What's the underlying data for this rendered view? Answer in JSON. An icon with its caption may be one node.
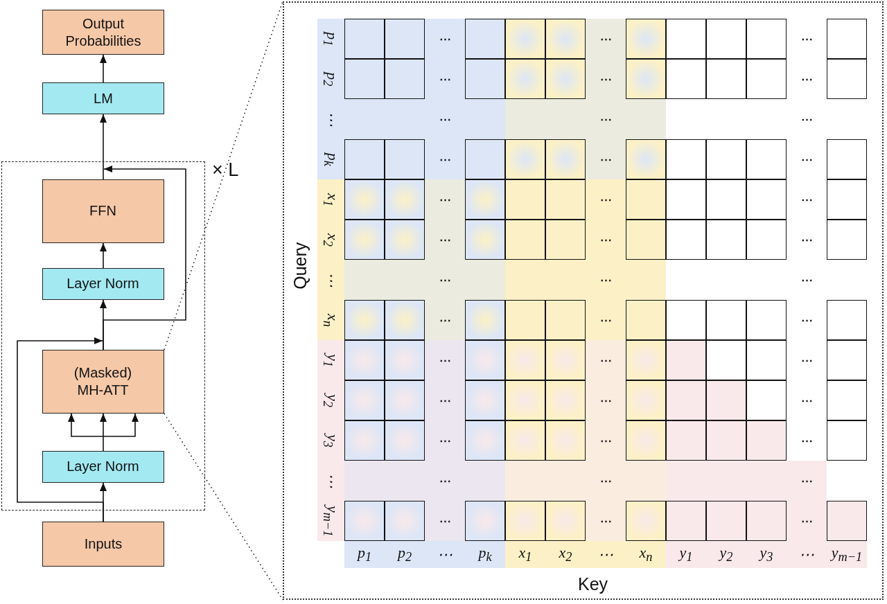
{
  "diagram": {
    "nodes": [
      {
        "text": [
          "Output Probabilities"
        ]
      },
      {
        "text": [
          "LM"
        ]
      },
      {
        "text": [],
        "shape": "box",
        "beside": [
          "× L"
        ]
      },
      {
        "text": [
          "FFN"
        ],
        "in": 2
      },
      {
        "text": [
          "Layer Norm"
        ],
        "in": 2
      },
      {
        "text": [
          "(Masked) MH-ATT"
        ],
        "in": 2
      },
      {
        "text": [
          "Layer Norm"
        ],
        "in": 2
      },
      {
        "text": [
          "Inputs"
        ]
      },
      {
        "text": [],
        "shape": "box"
      }
    ],
    "edges": [
      {
        "from": 7,
        "to": 6,
        "arrow": "to"
      },
      {
        "from": 6,
        "to": 5,
        "arrow": "to"
      },
      {
        "from": 7,
        "to": 5,
        "arrow": "to"
      },
      {
        "from": 5,
        "to": 4,
        "arrow": "to"
      },
      {
        "from": 4,
        "to": 3,
        "arrow": "to"
      },
      {
        "from": 3,
        "to": 1,
        "arrow": "to"
      },
      {
        "from": 5,
        "to": 3,
        "arrow": "to"
      },
      {
        "from": 1,
        "to": 0,
        "arrow": "to"
      },
      {
        "from": 5,
        "to": 8,
        "arrow": "none",
        "style": "dashed"
      },
      {
        "from": 5,
        "to": 8,
        "arrow": "none",
        "style": "dashed"
      }
    ],
    "labels": [
      "Query",
      "p$_{1}$",
      "⋯",
      "⋯",
      "⋯",
      "p$_{2}$",
      "⋯",
      "⋯",
      "⋯",
      "⋯",
      "⋯",
      "⋯",
      "⋯",
      "p$_{k}$",
      "⋯",
      "⋯",
      "⋯",
      "x$_{1}$",
      "⋯",
      "⋯",
      "⋯",
      "x$_{2}$",
      "⋯",
      "⋯",
      "⋯",
      "⋯",
      "⋯",
      "⋯",
      "⋯",
      "x$_{n}$",
      "⋯",
      "⋯",
      "⋯",
      "y$_{1}$",
      "⋯",
      "⋯",
      "⋯",
      "y$_{2}$",
      "⋯",
      "⋯",
      "⋯",
      "y$_{3}$",
      "⋯",
      "⋯",
      "⋯",
      "⋯",
      "⋯",
      "⋯",
      "⋯",
      "y$_{m−1}$",
      "⋯",
      "⋯",
      "⋯",
      "p$_{1}$",
      "p$_{2}$",
      "⋯",
      "p$_{k}$",
      "x$_{1}$",
      "x$_{2}$",
      "⋯",
      "x$_{n}$",
      "y$_{1}$",
      "y$_{2}$",
      "y$_{3}$",
      "⋯",
      "y$_{m−1}$",
      "Key"
    ]
  }
}
